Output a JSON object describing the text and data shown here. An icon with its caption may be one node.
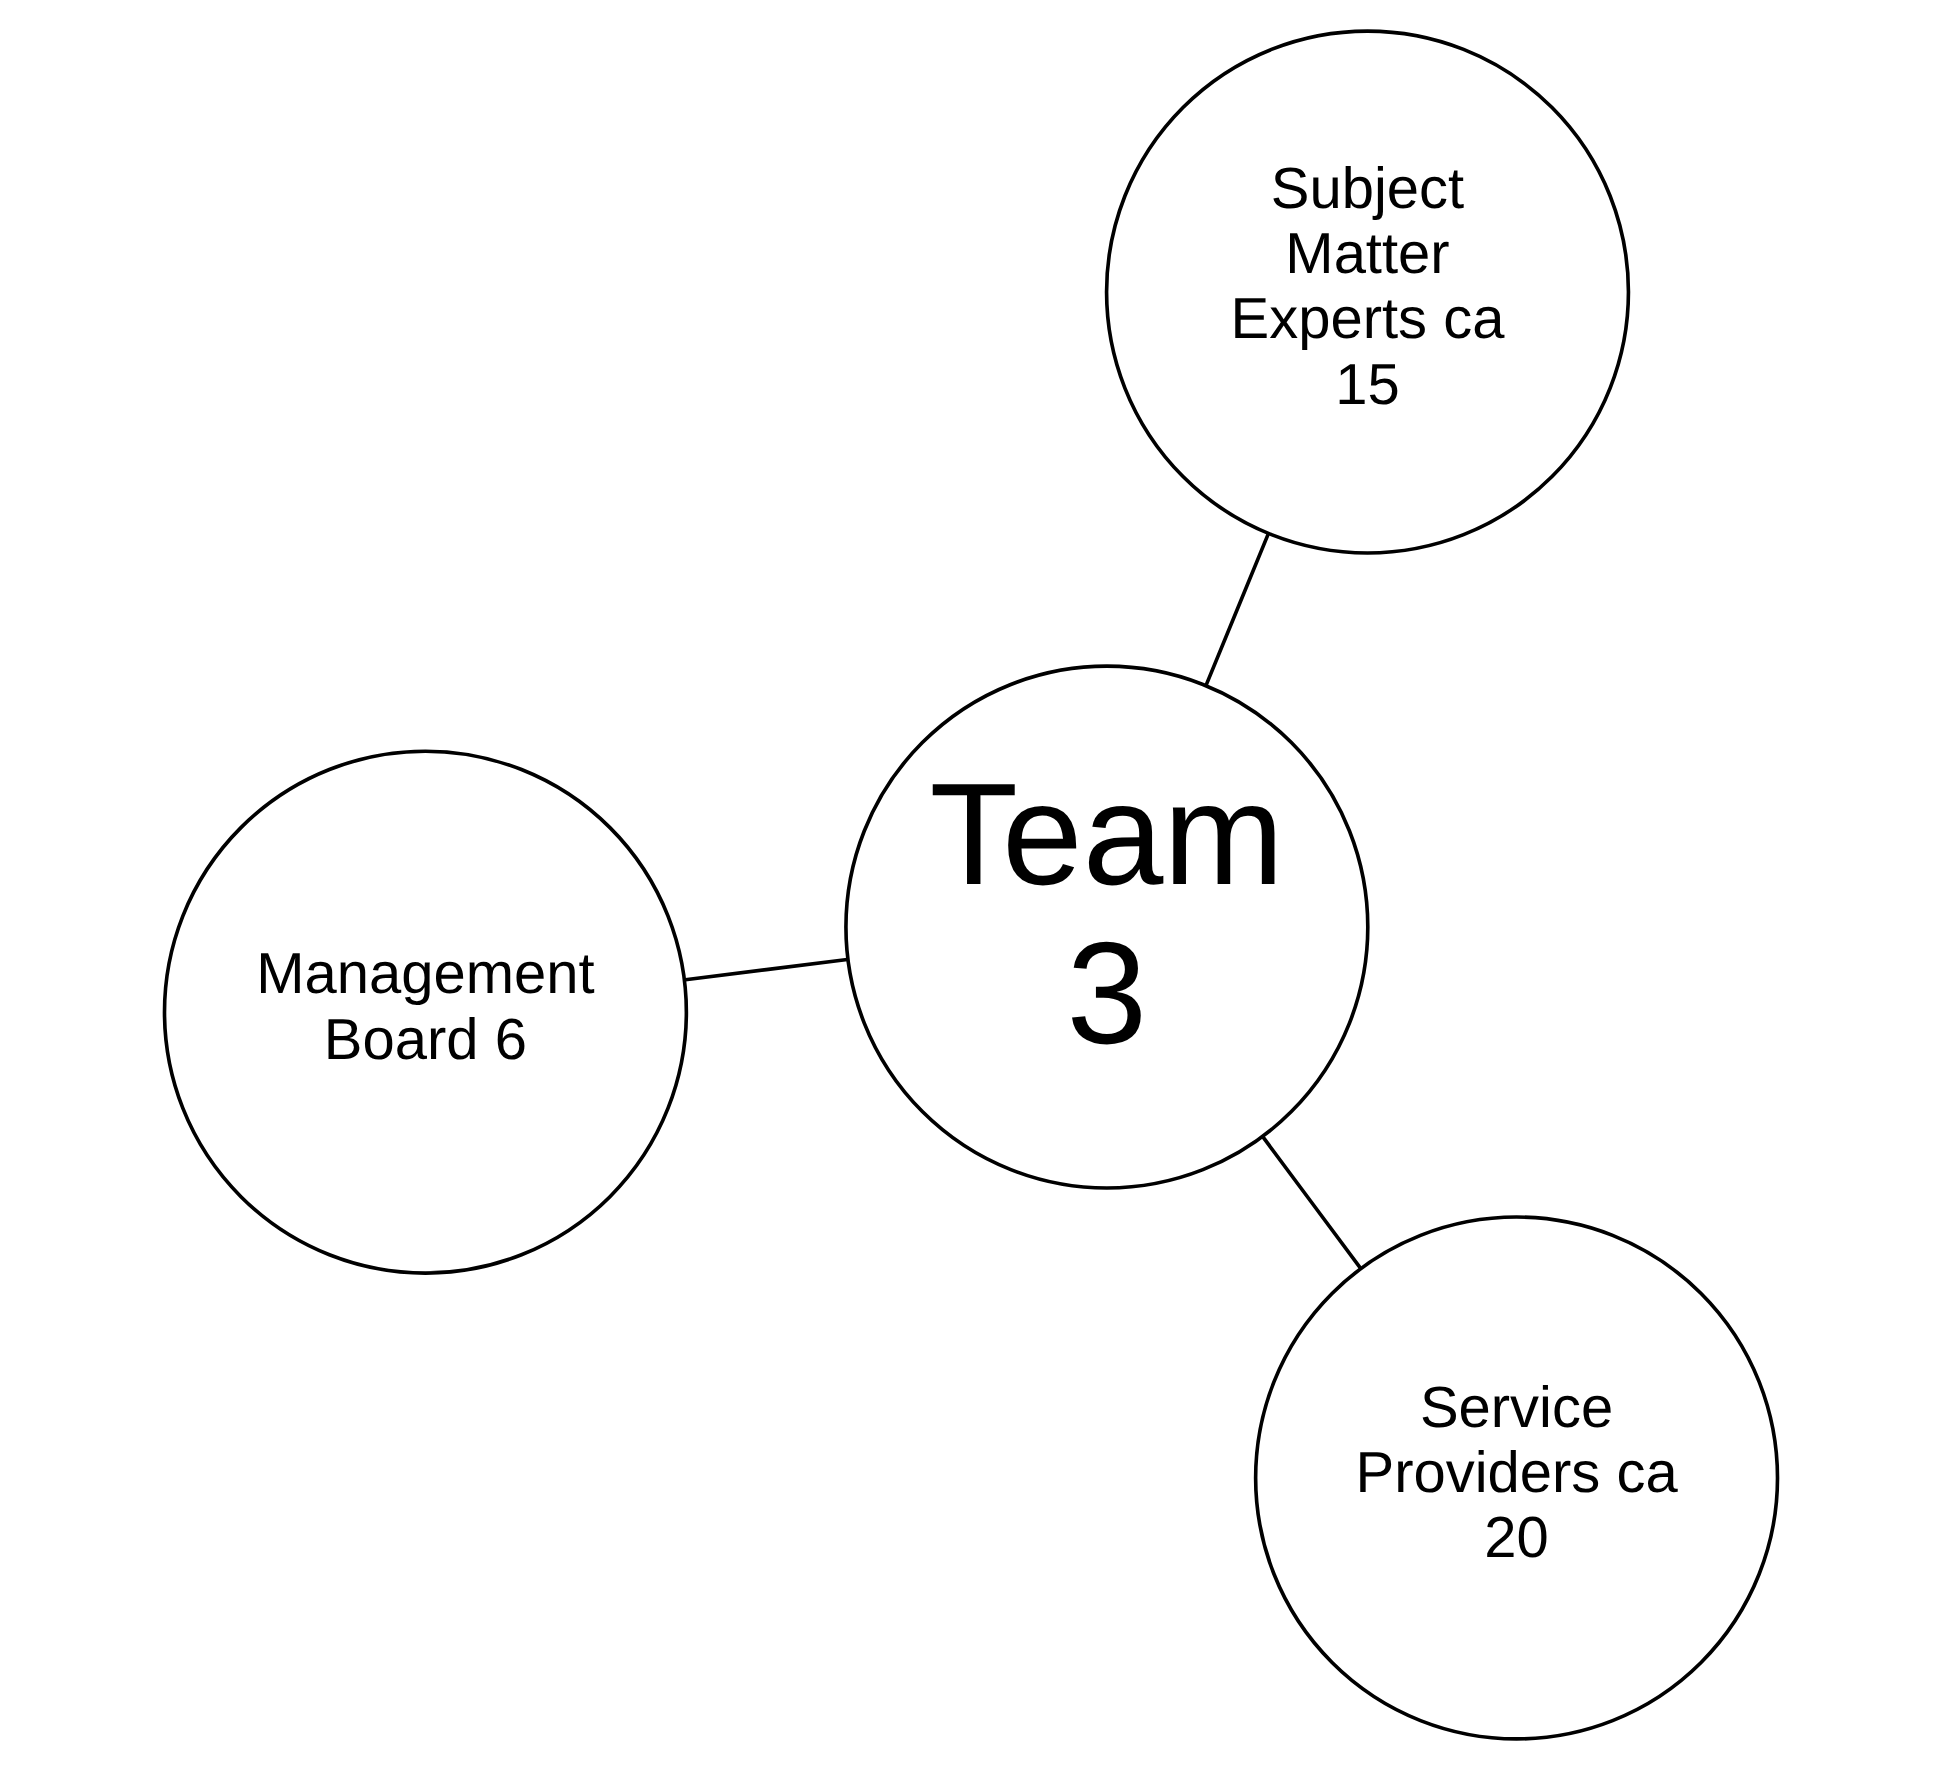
{
  "diagram": {
    "nodes": [
      {
        "text": [
          "Management Board 6"
        ]
      },
      {
        "text": [
          "Team 3"
        ]
      },
      {
        "text": [
          "Service Providers ca 20"
        ]
      },
      {
        "text": [
          "Subject Matter Experts ca 15"
        ]
      }
    ],
    "edges": [
      {
        "from": 1,
        "to": 0,
        "arrow": "none"
      },
      {
        "from": 1,
        "to": 2,
        "arrow": "none"
      },
      {
        "from": 1,
        "to": 3,
        "arrow": "none"
      }
    ]
  }
}
